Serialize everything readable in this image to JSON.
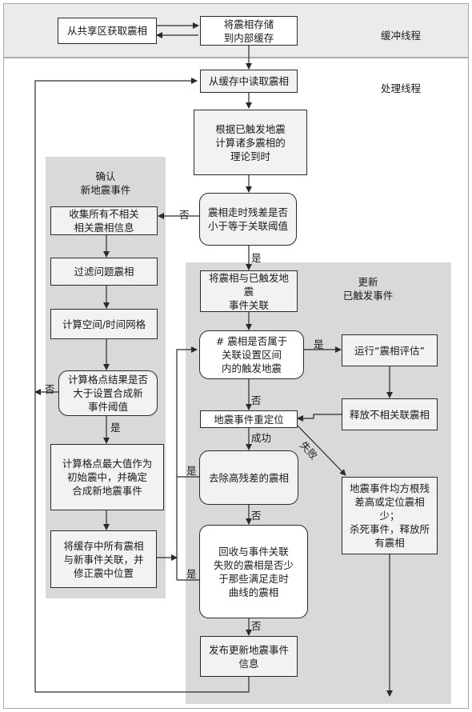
{
  "lanes": {
    "buffer": "缓冲线程",
    "processing": "处理线程",
    "confirm": "确认\n新地震事件",
    "update": "更新\n已触发事件"
  },
  "boxes": {
    "get_picks": "从共享区获取震相",
    "store_buffer": "将震相存储\n到内部缓存",
    "read_buffer": "从缓存中读取震相",
    "compute_arrivals": "根据已触发地震\n计算诸多震相的\n理论到时",
    "residual_check": "震相走时残差是否\n小于等于关联阈值",
    "collect_unassoc": "收集所有不相关\n相关震相信息",
    "filter_picks": "过滤问题震相",
    "compute_grid": "计算空间/时间网格",
    "grid_threshold": "计算格点结果是否\n大于设置合成新\n事件阈值",
    "grid_max": "计算格点最大值作为\n初始震中，并确定\n合成新地震事件",
    "assoc_new": "将缓存中所有震相\n与新事件关联，并\n修正震中位置",
    "assoc_triggered": "将震相与已触发地震\n事件关联",
    "in_region": "# 震相是否属于\n关联设置区间\n内的触发地震",
    "run_eval": "运行“震相评估”",
    "release_unassoc": "释放不相关联震相",
    "relocate": "地震事件重定位",
    "remove_high": "去除高残差的震相",
    "reclaim_check": "回收与事件关联\n失败的震相是否少\n于那些满足走时\n曲线的震相",
    "publish": "发布更新地震事件\n信息",
    "kill_event": "地震事件均方根残\n差高或定位震相少；\n杀死事件，释放所\n有震相"
  },
  "edge_labels": {
    "no_residual": "否",
    "yes_residual": "是",
    "no_grid": "否",
    "yes_grid": "是",
    "yes_region": "是",
    "no_region": "否",
    "success": "成功",
    "fail": "失败",
    "yes_remove": "是",
    "no_remove": "否",
    "yes_reclaim": "是",
    "no_reclaim": "否"
  }
}
